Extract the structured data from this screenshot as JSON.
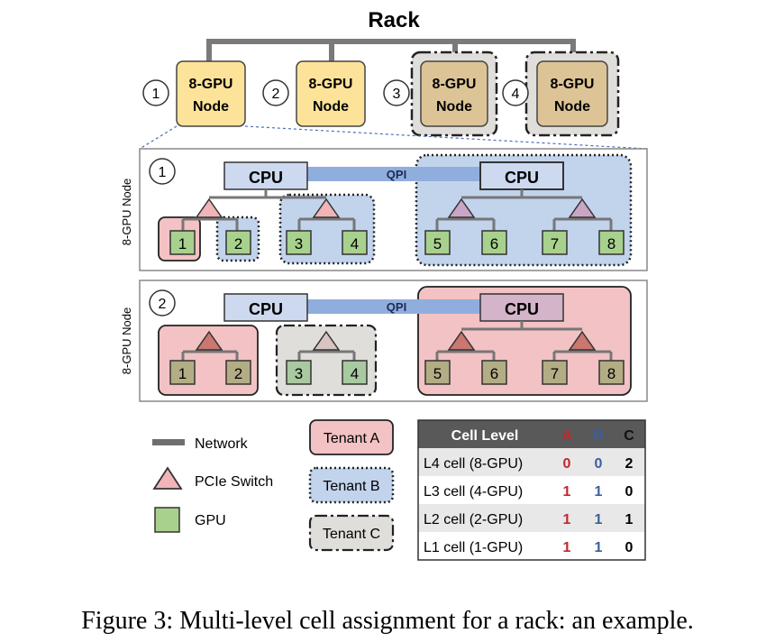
{
  "rack": {
    "title": "Rack"
  },
  "nodes": [
    {
      "number": "1",
      "line1": "8-GPU",
      "line2": "Node"
    },
    {
      "number": "2",
      "line1": "8-GPU",
      "line2": "Node"
    },
    {
      "number": "3",
      "line1": "8-GPU",
      "line2": "Node"
    },
    {
      "number": "4",
      "line1": "8-GPU",
      "line2": "Node"
    }
  ],
  "detail1": {
    "number": "1",
    "side_label": "8-GPU Node",
    "cpu_left": "CPU",
    "cpu_right": "CPU",
    "qpi": "QPI",
    "gpus": [
      "1",
      "2",
      "3",
      "4",
      "5",
      "6",
      "7",
      "8"
    ]
  },
  "detail2": {
    "number": "2",
    "side_label": "8-GPU Node",
    "cpu_left": "CPU",
    "cpu_right": "CPU",
    "qpi": "QPI",
    "gpus": [
      "1",
      "2",
      "3",
      "4",
      "5",
      "6",
      "7",
      "8"
    ]
  },
  "legend": {
    "network": "Network",
    "pcie": "PCIe Switch",
    "gpu": "GPU",
    "tenant_a": "Tenant A",
    "tenant_b": "Tenant B",
    "tenant_c": "Tenant C"
  },
  "table": {
    "headers": [
      "Cell Level",
      "A",
      "B",
      "C"
    ],
    "rows": [
      [
        "L4 cell (8-GPU)",
        "0",
        "0",
        "2"
      ],
      [
        "L3 cell (4-GPU)",
        "1",
        "1",
        "0"
      ],
      [
        "L2 cell (2-GPU)",
        "1",
        "1",
        "1"
      ],
      [
        "L1 cell (1-GPU)",
        "1",
        "1",
        "0"
      ]
    ]
  },
  "colors": {
    "node_fill": "#fde39a",
    "node_dark_fill": "#ddc497",
    "cpu_fill": "#c9d6ec",
    "tenant_a": "#f3c2c4",
    "tenant_b": "#c2d3ec",
    "tenant_c": "#e0dedb",
    "gpu_green": "#a9d18e",
    "gpu_olive": "#b3ad86",
    "switch_pink": "#f1b4b8",
    "a_text": "#c0282d",
    "b_text": "#3b5f9a",
    "header_bg": "#595959"
  },
  "caption": "Figure 3: Multi-level cell assignment for a rack: an example."
}
